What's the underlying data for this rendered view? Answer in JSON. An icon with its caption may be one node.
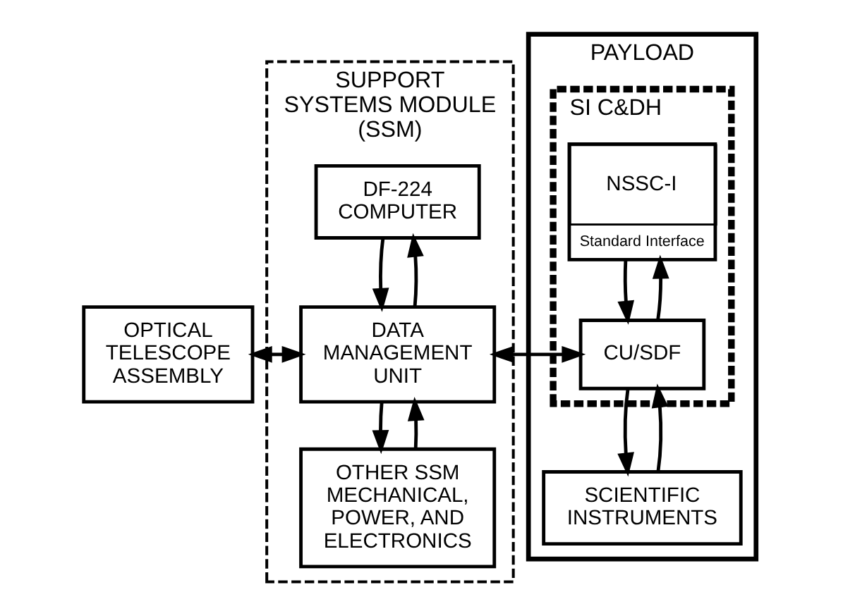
{
  "diagram": {
    "nodes": [
      {
        "text": [
          "OPTICAL TELESCOPE ASSEMBLY"
        ]
      },
      {
        "text": [
          "SUPPORT SYSTEMS MODULE (SSM)"
        ]
      },
      {
        "text": [
          "DF-224 COMPUTER"
        ],
        "in": 1
      },
      {
        "text": [
          "DATA MANAGEMENT UNIT"
        ],
        "in": 1
      },
      {
        "text": [
          "OTHER SSM MECHANICAL, POWER, AND ELECTRONICS"
        ],
        "in": 1
      },
      {
        "text": [
          "PAYLOAD"
        ]
      },
      {
        "text": [
          "SI C&DH"
        ],
        "in": 5
      },
      {
        "text": [
          "NSSC-I",
          "Standard Interface"
        ],
        "in": 6
      },
      {
        "text": [
          "CU/SDF"
        ],
        "in": 6
      },
      {
        "text": [
          "SCIENTIFIC INSTRUMENTS"
        ],
        "in": 5
      }
    ],
    "edges": [
      {
        "from": 0,
        "to": 3,
        "arrow": "both"
      },
      {
        "from": 2,
        "to": 3,
        "arrow": "to"
      },
      {
        "from": 3,
        "to": 2,
        "arrow": "to"
      },
      {
        "from": 3,
        "to": 4,
        "arrow": "to"
      },
      {
        "from": 4,
        "to": 3,
        "arrow": "to"
      },
      {
        "from": 3,
        "to": 8,
        "arrow": "both"
      },
      {
        "from": 7,
        "to": 8,
        "arrow": "to"
      },
      {
        "from": 8,
        "to": 7,
        "arrow": "to"
      },
      {
        "from": 8,
        "to": 9,
        "arrow": "to"
      },
      {
        "from": 9,
        "to": 8,
        "arrow": "to"
      }
    ]
  }
}
